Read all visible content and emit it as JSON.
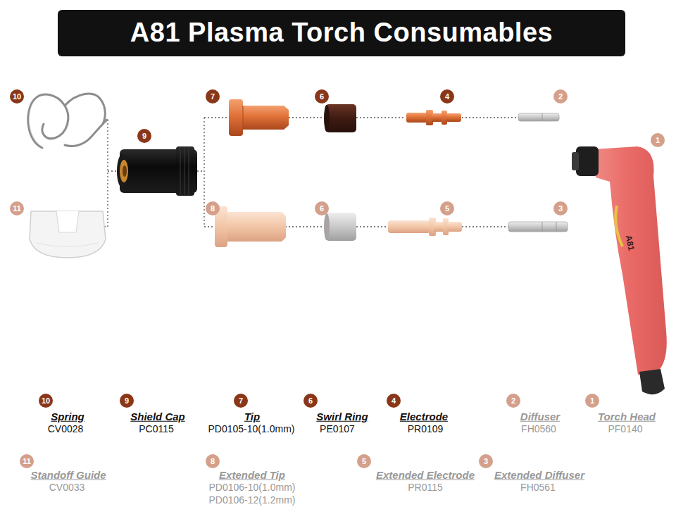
{
  "diagram": {
    "title": "A81 Plasma Torch Consumables",
    "labels": [
      "10",
      "9",
      "7",
      "6",
      "4",
      "2",
      "1",
      "11",
      "8",
      "6",
      "5",
      "3",
      "A81",
      "10",
      "Spring",
      "CV0028",
      "9",
      "Shield Cap",
      "PC0115",
      "7",
      "Tip",
      "PD0105-10(1.0mm)",
      "6",
      "Swirl Ring",
      "PE0107",
      "4",
      "Electrode",
      "PR0109",
      "2",
      "Diffuser",
      "FH0560",
      "1",
      "Torch Head",
      "PF0140",
      "11",
      "Standoff Guide",
      "CV0033",
      "8",
      "Extended Tip",
      "PD0106-10(1.0mm)",
      "PD0106-12(1.2mm)",
      "5",
      "Extended Electrode",
      "PR0115",
      "3",
      "Extended Diffuser",
      "FH0561"
    ]
  }
}
